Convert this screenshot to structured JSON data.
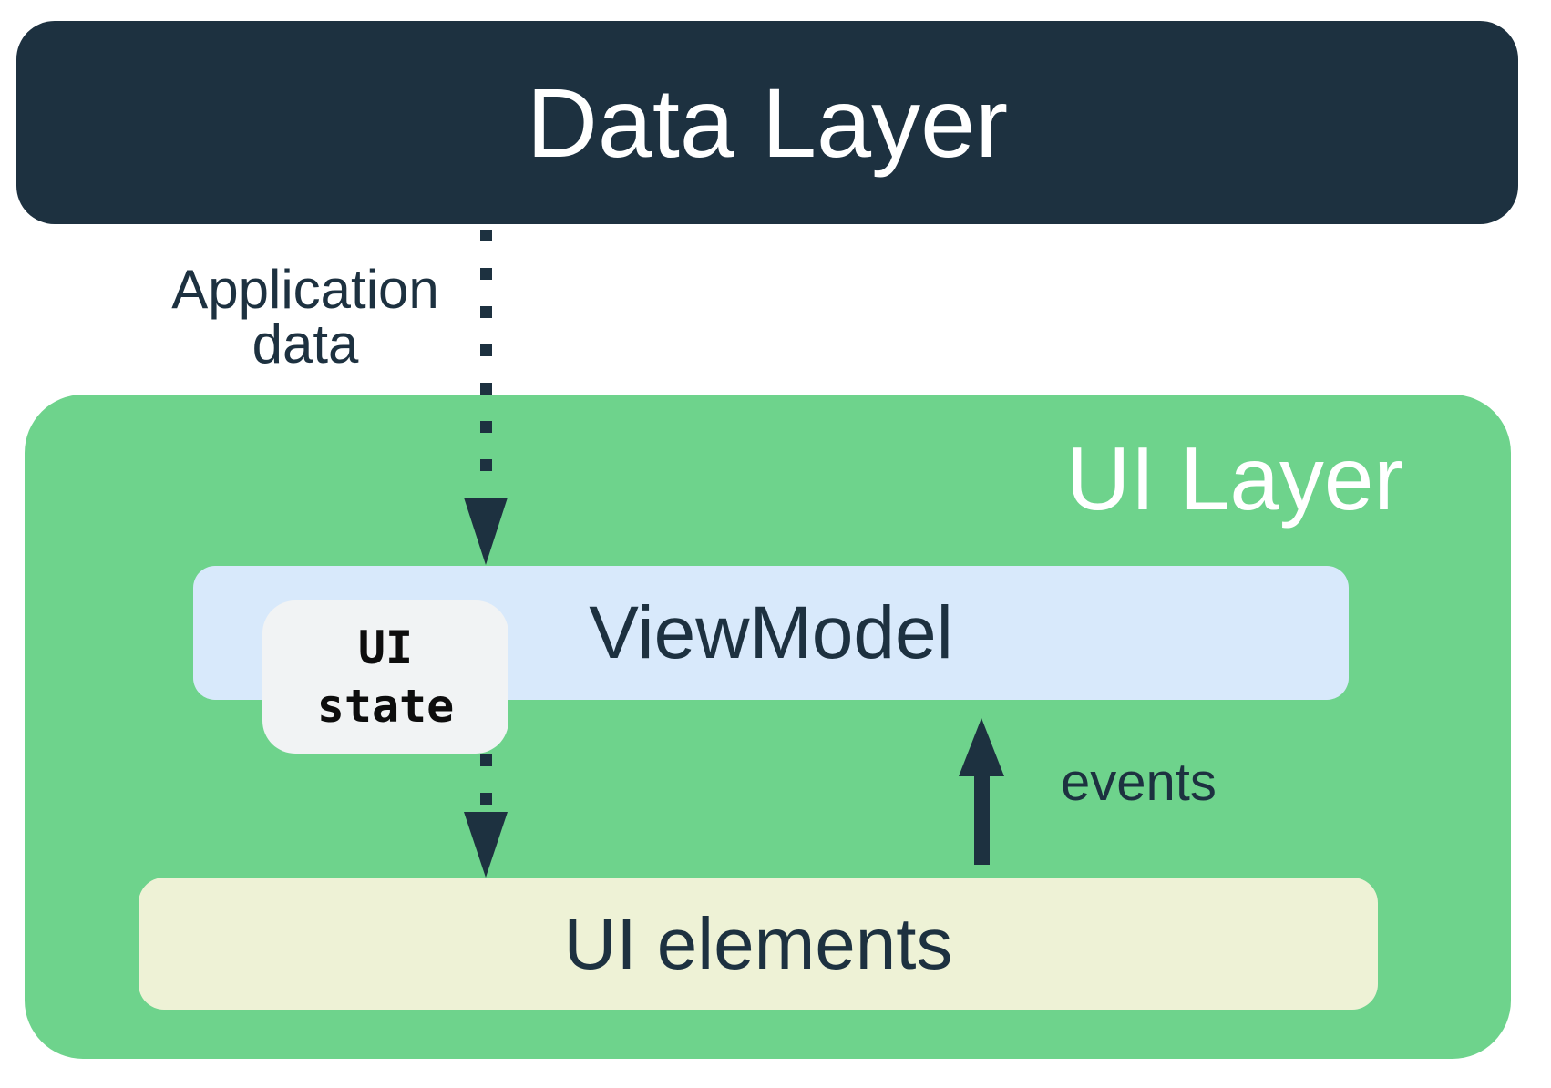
{
  "colors": {
    "navy": "#1d3140",
    "green": "#6ed38c",
    "light_blue": "#d8e9fb",
    "cream": "#eef2d6",
    "ui_state_bg": "#f1f3f4",
    "ui_state_text": "#0d0d0d",
    "white_text": "#ffffff"
  },
  "data_layer": {
    "title": "Data Layer"
  },
  "ui_layer": {
    "title": "UI Layer"
  },
  "viewmodel": {
    "label": "ViewModel"
  },
  "ui_state_badge": {
    "label": "UI\nstate"
  },
  "ui_elements": {
    "label": "UI elements"
  },
  "flows": {
    "application_data": {
      "label": "Application\ndata"
    },
    "events": {
      "label": "events"
    }
  }
}
